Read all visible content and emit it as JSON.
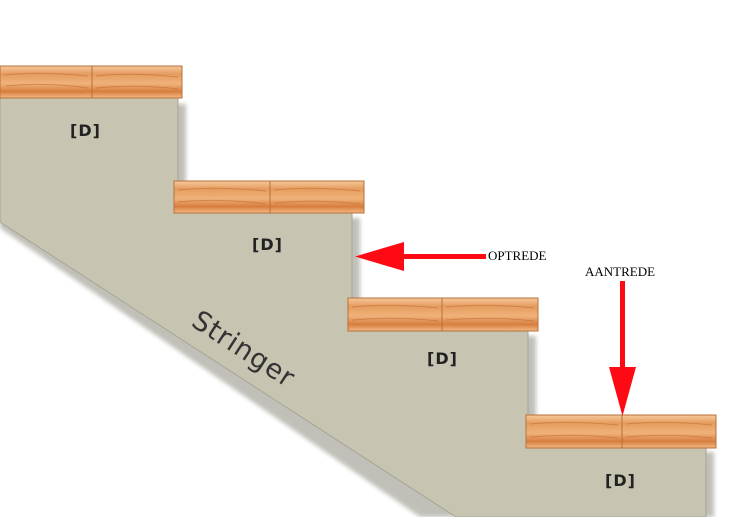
{
  "stringer_label": "Stringer",
  "step_labels": [
    "[D]",
    "[D]",
    "[D]",
    "[D]"
  ],
  "annotations": {
    "riser": "OPTREDE",
    "tread": "AANTREDE"
  },
  "colors": {
    "stringer": "#c7c4b1",
    "stringer_shadow": "#8d8b7f",
    "wood": "#e8a66c",
    "wood_dark": "#c87236",
    "arrow": "#ff0a14"
  }
}
